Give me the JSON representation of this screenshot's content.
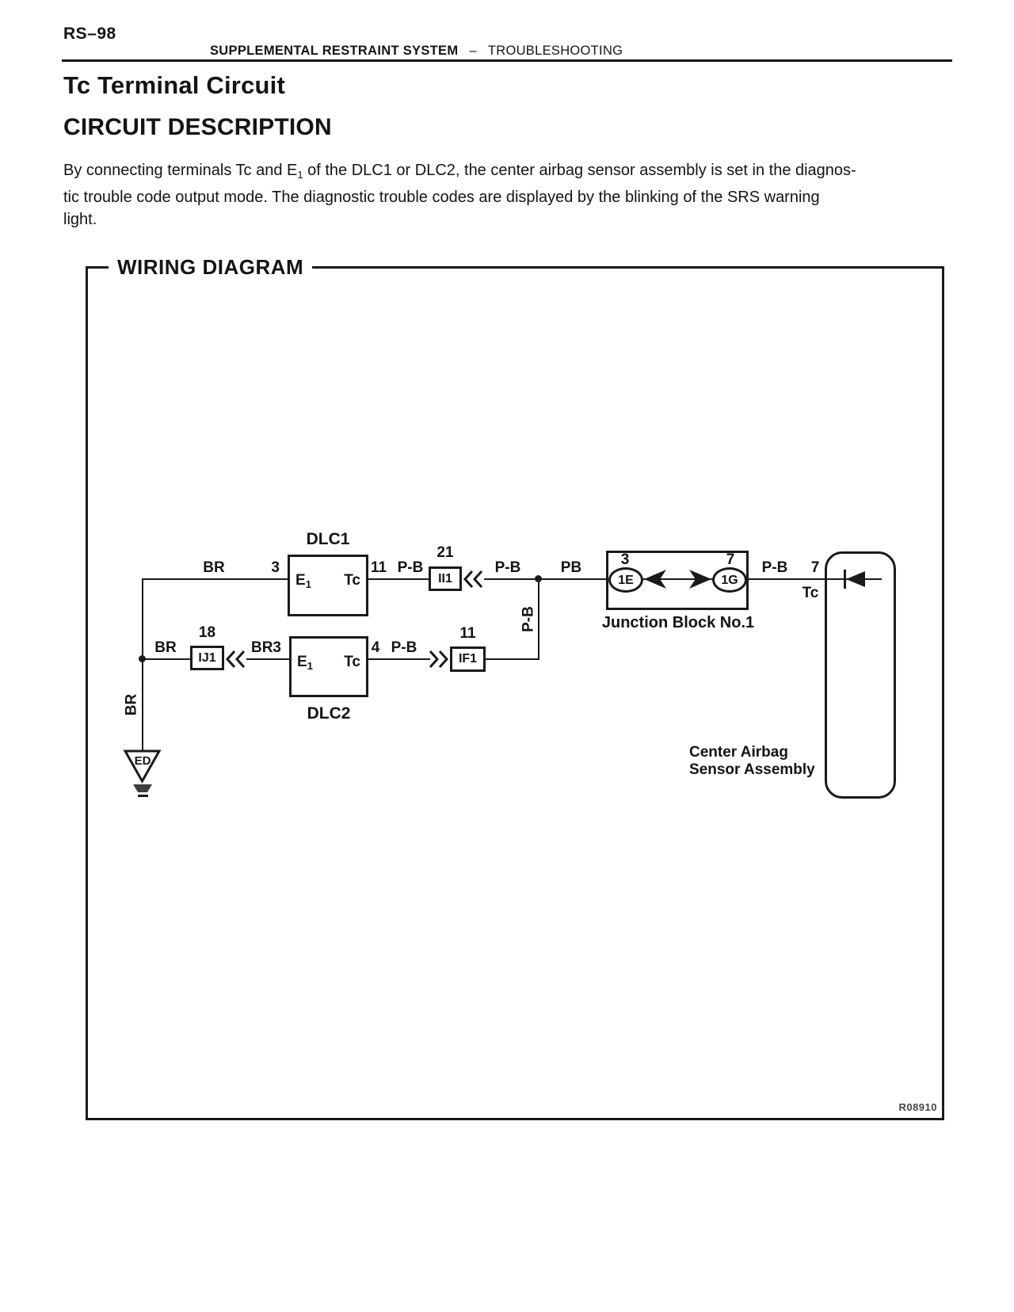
{
  "page": {
    "page_number": "RS–98",
    "header": {
      "system": "SUPPLEMENTAL RESTRAINT SYSTEM",
      "dash": "–",
      "section": "TROUBLESHOOTING"
    },
    "title": "Tc Terminal Circuit",
    "heading": "CIRCUIT DESCRIPTION",
    "description": {
      "line1_pre": "By connecting terminals Tc and E",
      "line1_sub": "1",
      "line1_post": " of the DLC1 or DLC2, the center airbag sensor assembly is set in the diagnos-",
      "line2": "tic trouble code output mode. The diagnostic trouble codes are displayed by the blinking of the SRS warning",
      "line3": "light."
    }
  },
  "diagram": {
    "title": "WIRING DIAGRAM",
    "figure_code": "R08910",
    "dlc1": {
      "name": "DLC1",
      "pin_e": "3",
      "pin_tc": "11",
      "term_e": "E",
      "term_e_sub": "1",
      "term_tc": "Tc"
    },
    "dlc2": {
      "name": "DLC2",
      "pin_tc": "4",
      "term_e": "E",
      "term_e_sub": "1",
      "term_tc": "Tc"
    },
    "connector_ii1": {
      "pin": "21",
      "label": "II1"
    },
    "connector_ij1": {
      "pin": "18",
      "label": "IJ1"
    },
    "connector_if1": {
      "pin": "11",
      "label": "IF1"
    },
    "junction_block": {
      "pin_left": "3",
      "cavity_left": "1E",
      "pin_right": "7",
      "cavity_right": "1G",
      "label": "Junction Block No.1"
    },
    "sensor": {
      "wire": "P-B",
      "pin": "7",
      "terminal": "Tc",
      "label_line1": "Center Airbag",
      "label_line2": "Sensor Assembly"
    },
    "ground": {
      "label": "ED"
    },
    "wire_labels": {
      "br_top": "BR",
      "br_row2": "BR",
      "br_vertical": "BR",
      "br3": "BR3",
      "pb_dlc1": "P-B",
      "pb_after_ii1": "P-B",
      "pb_main": "PB",
      "pb_vertical": "P-B",
      "pb_dlc2": "P-B",
      "pb_to_sensor": "P-B"
    }
  }
}
